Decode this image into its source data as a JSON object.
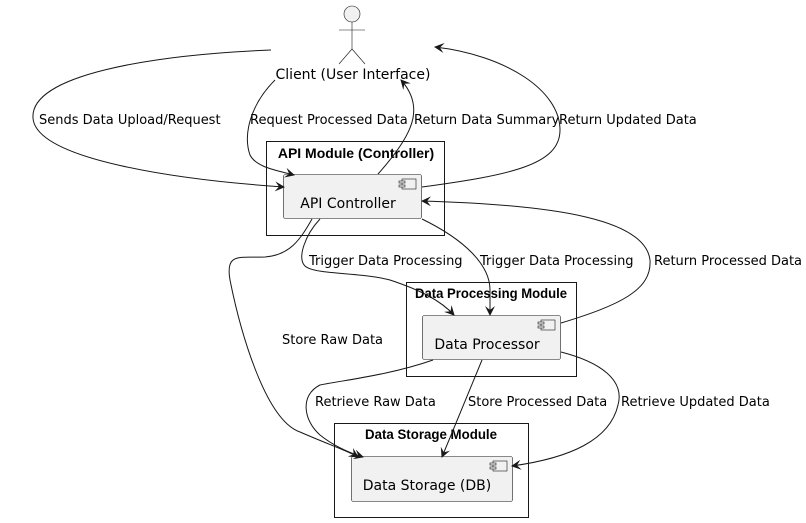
{
  "actor": {
    "label": "Client (User Interface)"
  },
  "packages": {
    "api": {
      "title": "API Module (Controller)"
    },
    "processing": {
      "title": "Data Processing Module"
    },
    "storage": {
      "title": "Data Storage Module"
    }
  },
  "components": {
    "api_controller": {
      "label": "API Controller"
    },
    "data_processor": {
      "label": "Data Processor"
    },
    "data_storage": {
      "label": "Data Storage (DB)"
    }
  },
  "edges": {
    "sends_upload": "Sends Data Upload/Request",
    "request_processed": "Request Processed Data",
    "return_summary": "Return Data Summary",
    "return_updated": "Return Updated Data",
    "trigger_processing_1": "Trigger Data Processing",
    "trigger_processing_2": "Trigger Data Processing",
    "return_processed": "Return Processed Data",
    "store_raw": "Store Raw Data",
    "retrieve_raw": "Retrieve Raw Data",
    "store_processed": "Store Processed Data",
    "retrieve_updated": "Retrieve Updated Data"
  }
}
